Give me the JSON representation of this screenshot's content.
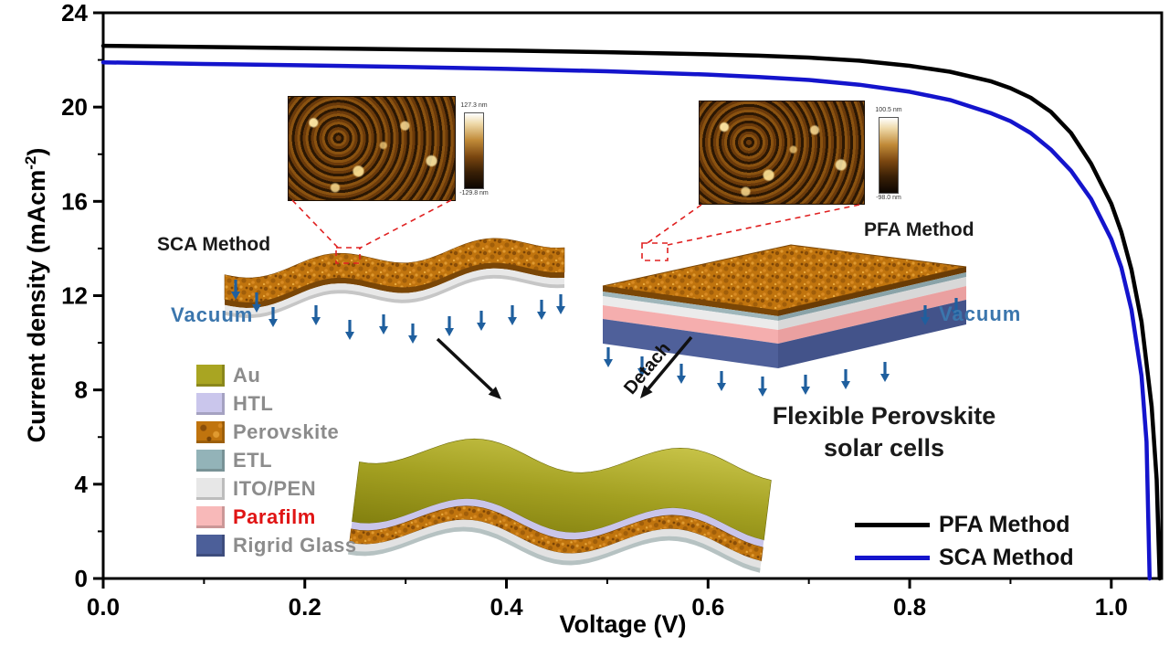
{
  "figure": {
    "x_axis": {
      "title": "Voltage (V)",
      "tick_labels": [
        "0.0",
        "0.2",
        "0.4",
        "0.6",
        "0.8",
        "1.0"
      ]
    },
    "y_axis": {
      "title_main": "Current density (mAcm",
      "title_sup": "-2",
      "title_close": ")",
      "tick_labels": [
        "0",
        "4",
        "8",
        "12",
        "16",
        "20",
        "24"
      ]
    },
    "legend": {
      "entries": [
        {
          "label": "PFA Method",
          "color": "#000000"
        },
        {
          "label": "SCA Method",
          "color": "#1414cc"
        }
      ]
    }
  },
  "chart_data": {
    "type": "line",
    "title": "J-V curves of flexible perovskite solar cells made by PFA and SCA methods",
    "xlabel": "Voltage (V)",
    "ylabel": "Current density (mAcm-2)",
    "xlim": [
      0,
      1.05
    ],
    "ylim": [
      0,
      24
    ],
    "grid": false,
    "legend_position": "lower right",
    "x_major_ticks": [
      0,
      0.2,
      0.4,
      0.6,
      0.8,
      1.0
    ],
    "x_minor_ticks": [
      0.1,
      0.3,
      0.5,
      0.7,
      0.9
    ],
    "y_major_ticks": [
      0,
      4,
      8,
      12,
      16,
      20,
      24
    ],
    "y_minor_ticks": [
      2,
      6,
      10,
      14,
      18,
      22
    ],
    "series": [
      {
        "name": "PFA Method",
        "color": "#000000",
        "jsc_mAcm2": 22.6,
        "voc_V": 1.048,
        "points": [
          [
            0,
            22.6
          ],
          [
            0.1,
            22.55
          ],
          [
            0.2,
            22.5
          ],
          [
            0.3,
            22.45
          ],
          [
            0.4,
            22.4
          ],
          [
            0.5,
            22.33
          ],
          [
            0.6,
            22.24
          ],
          [
            0.65,
            22.18
          ],
          [
            0.7,
            22.1
          ],
          [
            0.75,
            21.97
          ],
          [
            0.8,
            21.75
          ],
          [
            0.84,
            21.5
          ],
          [
            0.88,
            21.1
          ],
          [
            0.9,
            20.8
          ],
          [
            0.92,
            20.4
          ],
          [
            0.94,
            19.8
          ],
          [
            0.96,
            18.9
          ],
          [
            0.98,
            17.6
          ],
          [
            1.0,
            15.9
          ],
          [
            1.01,
            14.7
          ],
          [
            1.02,
            13.1
          ],
          [
            1.03,
            10.9
          ],
          [
            1.04,
            7.3
          ],
          [
            1.045,
            4.2
          ],
          [
            1.048,
            0
          ]
        ]
      },
      {
        "name": "SCA Method",
        "color": "#1414cc",
        "jsc_mAcm2": 21.9,
        "voc_V": 1.038,
        "points": [
          [
            0,
            21.9
          ],
          [
            0.1,
            21.83
          ],
          [
            0.2,
            21.77
          ],
          [
            0.3,
            21.7
          ],
          [
            0.4,
            21.62
          ],
          [
            0.5,
            21.52
          ],
          [
            0.6,
            21.38
          ],
          [
            0.65,
            21.28
          ],
          [
            0.7,
            21.15
          ],
          [
            0.75,
            20.95
          ],
          [
            0.8,
            20.65
          ],
          [
            0.84,
            20.3
          ],
          [
            0.88,
            19.75
          ],
          [
            0.9,
            19.4
          ],
          [
            0.92,
            18.9
          ],
          [
            0.94,
            18.2
          ],
          [
            0.96,
            17.3
          ],
          [
            0.98,
            16.1
          ],
          [
            1.0,
            14.4
          ],
          [
            1.01,
            13.2
          ],
          [
            1.02,
            11.4
          ],
          [
            1.03,
            8.6
          ],
          [
            1.035,
            5.8
          ],
          [
            1.038,
            0
          ]
        ]
      }
    ]
  },
  "inset": {
    "sca_label": "SCA Method",
    "pfa_label": "PFA Method",
    "vacuum_left": "Vacuum",
    "vacuum_right": "Vacuum",
    "detach_label": "Detach",
    "flexible_line1": "Flexible Perovskite",
    "flexible_line2": "solar cells",
    "afm_sca_scale": {
      "max": "127.3 nm",
      "min": "-129.8 nm"
    },
    "afm_pfa_scale": {
      "max": "100.5 nm",
      "min": "-98.0 nm"
    },
    "layer_legend": [
      {
        "label": "Au",
        "color": "#a9a522",
        "text_color": "#8c8c8c"
      },
      {
        "label": "HTL",
        "color": "#cac6ec",
        "text_color": "#8c8c8c"
      },
      {
        "label": "Perovskite",
        "color": "#c0740e",
        "text_color": "#8c8c8c",
        "textured": true
      },
      {
        "label": "ETL",
        "color": "#93b3b8",
        "text_color": "#8c8c8c"
      },
      {
        "label": "ITO/PEN",
        "color": "#e7e7e7",
        "text_color": "#8c8c8c"
      },
      {
        "label": "Parafilm",
        "color": "#f8b9b9",
        "text_color": "#e01414"
      },
      {
        "label": "Rigrid Glass",
        "color": "#4c5f99",
        "text_color": "#8c8c8c"
      }
    ]
  }
}
